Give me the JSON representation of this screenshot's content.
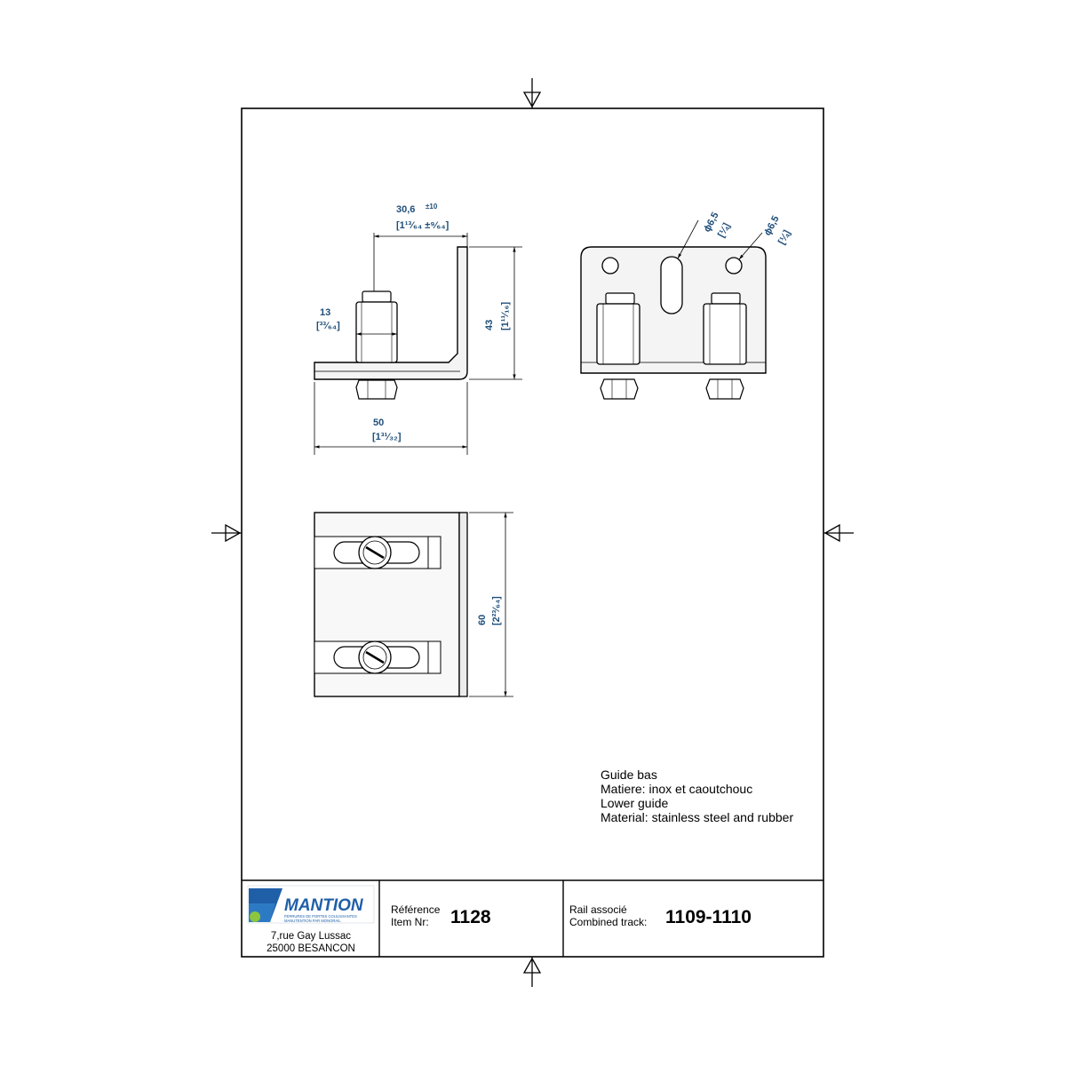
{
  "dimensions": {
    "width_top": "30,6",
    "width_top_tol": "±10",
    "width_top_in": "[1¹³⁄₆₄ ±⁹⁄₆₄]",
    "roller_dia": "13",
    "roller_dia_in": "[³³⁄₆₄]",
    "height": "43",
    "height_in": "[1¹¹⁄₁₆]",
    "base_width": "50",
    "base_width_in": "[1³¹⁄₃₂]",
    "length": "60",
    "length_in": "[2²³⁄₆₄]",
    "slot_dia": "ϕ6,5",
    "slot_dia_in": "[¼]",
    "hole_dia": "ϕ6,5",
    "hole_dia_in": "[¼]"
  },
  "notes": [
    "Guide bas",
    "Matiere: inox et caoutchouc",
    "Lower guide",
    "Material: stainless steel and rubber"
  ],
  "title_block": {
    "logo_text": "MANTION",
    "logo_tagline_1": "FERRURES DE PORTES COULISSANTES",
    "logo_tagline_2": "MANUTENTION PAR MONORAIL",
    "address_1": "7,rue Gay Lussac",
    "address_2": "25000 BESANCON",
    "ref_label_1": "Référence",
    "ref_label_2": "Item Nr:",
    "ref_value": "1128",
    "rail_label_1": "Rail associé",
    "rail_label_2": "Combined track:",
    "rail_value": "1109-1110"
  },
  "colors": {
    "dimension_text": "#1f4e79",
    "logo_blue": "#1f5fa8",
    "logo_green": "#8cc63f"
  }
}
